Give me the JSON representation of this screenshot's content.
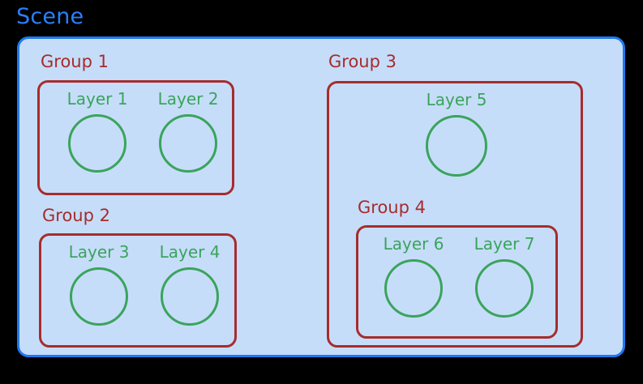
{
  "diagram": {
    "title": "Scene",
    "colors": {
      "scene_border": "#1f78f0",
      "scene_fill": "#c6ddf9",
      "scene_label": "#2a7fff",
      "group_stroke": "#a62c2c",
      "layer_stroke": "#3aa45c",
      "background": "#000000"
    },
    "groups": [
      {
        "id": "group-1",
        "label": "Group 1",
        "layers": [
          {
            "id": "layer-1",
            "label": "Layer 1",
            "shape": "circle"
          },
          {
            "id": "layer-2",
            "label": "Layer 2",
            "shape": "circle"
          }
        ]
      },
      {
        "id": "group-2",
        "label": "Group 2",
        "layers": [
          {
            "id": "layer-3",
            "label": "Layer 3",
            "shape": "circle"
          },
          {
            "id": "layer-4",
            "label": "Layer 4",
            "shape": "circle"
          }
        ]
      },
      {
        "id": "group-3",
        "label": "Group 3",
        "layers": [
          {
            "id": "layer-5",
            "label": "Layer 5",
            "shape": "circle"
          }
        ],
        "child_group": "group-4"
      },
      {
        "id": "group-4",
        "label": "Group 4",
        "layers": [
          {
            "id": "layer-6",
            "label": "Layer 6",
            "shape": "circle"
          },
          {
            "id": "layer-7",
            "label": "Layer 7",
            "shape": "circle"
          }
        ]
      }
    ]
  }
}
